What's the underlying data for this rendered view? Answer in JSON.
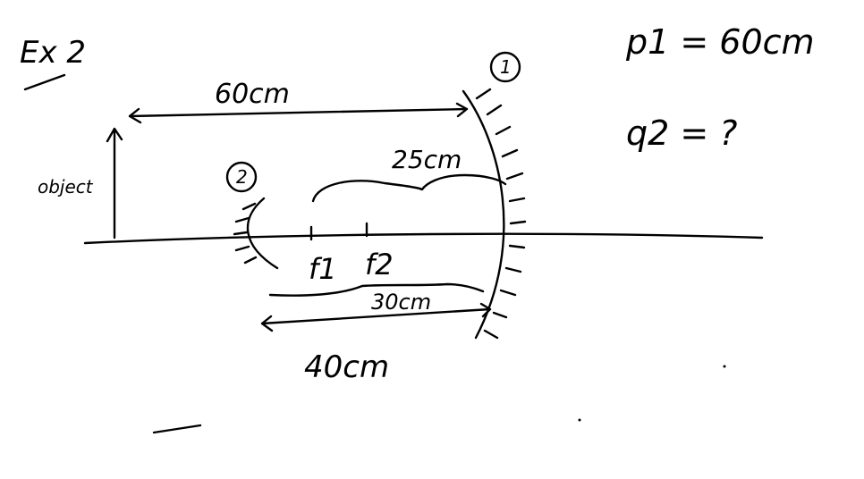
{
  "labels": {
    "example": "Ex 2",
    "mirror1": "1",
    "mirror2": "2",
    "object": "object",
    "dist_object_mirror1": "60cm",
    "dist_focus_to_mirror1": "25cm",
    "dist_focus_to_mirror2": "30cm",
    "dist_mirrors": "40cm",
    "focus1": "f1",
    "focus2": "f2",
    "p1": "p1 = 60cm",
    "q2": "q2 = ?"
  },
  "colors": {
    "ink": "#000000",
    "background": "#ffffff"
  }
}
